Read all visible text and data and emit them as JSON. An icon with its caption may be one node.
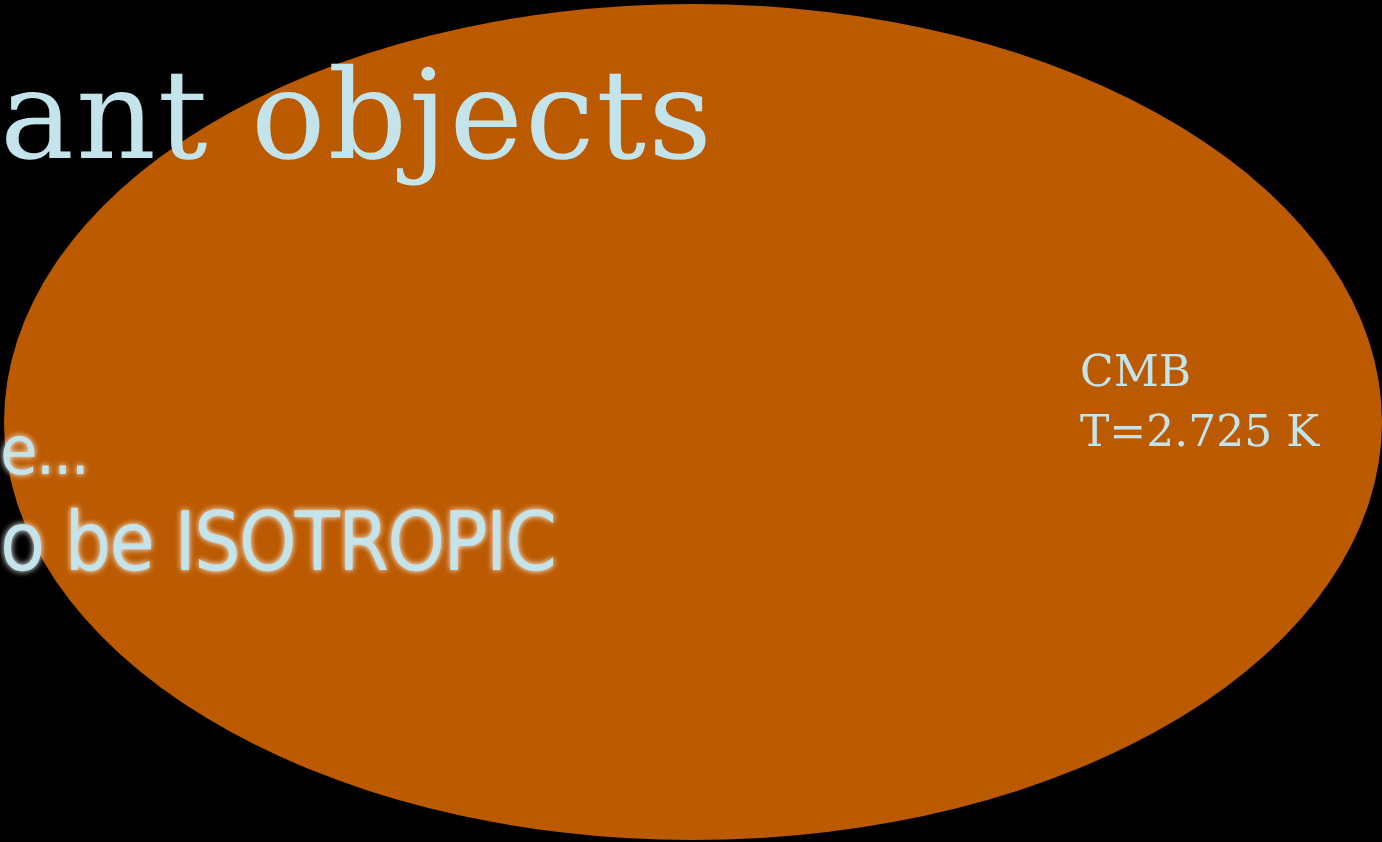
{
  "diagram": {
    "title": "ant objects",
    "nodes": [
      {
        "text": [
          "CMB T=2.725 K"
        ]
      }
    ],
    "labels": [
      "e...",
      "o be ISOTROPIC"
    ]
  }
}
